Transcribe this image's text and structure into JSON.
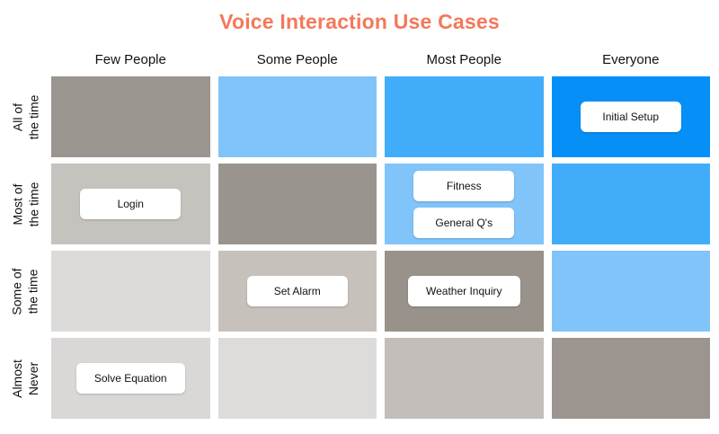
{
  "chart_data": {
    "type": "heatmap",
    "title": "Voice Interaction Use Cases",
    "title_color": "#F4785A",
    "legend": "none",
    "grid_gap": true,
    "x_categories": [
      "Few People",
      "Some People",
      "Most People",
      "Everyone"
    ],
    "y_categories": [
      "All of the time",
      "Most of the time",
      "Some of the time",
      "Almost Never"
    ],
    "palette": {
      "blue_strong": "#0690F7",
      "blue_medium": "#41ADFA",
      "blue_light": "#80C4FA",
      "gray_dark": "#9A948F",
      "gray_medium": "#C6C1BC",
      "gray_light": "#DCDBD9",
      "pill_background": "#FFFFFF",
      "text": "#111111"
    },
    "rows": [
      {
        "label": "All of the time",
        "label_lines": [
          "All of",
          "the time"
        ],
        "cells": [
          {
            "color": "#9B9590",
            "labels": []
          },
          {
            "color": "#80C4FA",
            "labels": []
          },
          {
            "color": "#41ADFA",
            "labels": []
          },
          {
            "color": "#0690F7",
            "labels": [
              "Initial Setup"
            ]
          }
        ]
      },
      {
        "label": "Most of the time",
        "label_lines": [
          "Most of",
          "the time"
        ],
        "cells": [
          {
            "color": "#C6C2BE",
            "labels": [
              "Login"
            ]
          },
          {
            "color": "#9A948F",
            "labels": []
          },
          {
            "color": "#80C4FA",
            "labels": [
              "Fitness",
              "General Q's"
            ]
          },
          {
            "color": "#41ADFA",
            "labels": []
          }
        ]
      },
      {
        "label": "Some of the time",
        "label_lines": [
          "Some of",
          "the time"
        ],
        "cells": [
          {
            "color": "#DCDBD9",
            "labels": []
          },
          {
            "color": "#C7C1BB",
            "labels": [
              "Set Alarm"
            ]
          },
          {
            "color": "#99928B",
            "labels": [
              "Weather Inquiry"
            ]
          },
          {
            "color": "#80C4FA",
            "labels": []
          }
        ]
      },
      {
        "label": "Almost Never",
        "label_lines": [
          "Almost",
          "Never"
        ],
        "cells": [
          {
            "color": "#DAD8D6",
            "labels": [
              "Solve Equation"
            ]
          },
          {
            "color": "#DDDCDA",
            "labels": []
          },
          {
            "color": "#C4BEBA",
            "labels": []
          },
          {
            "color": "#9B948F",
            "labels": []
          }
        ]
      }
    ]
  }
}
